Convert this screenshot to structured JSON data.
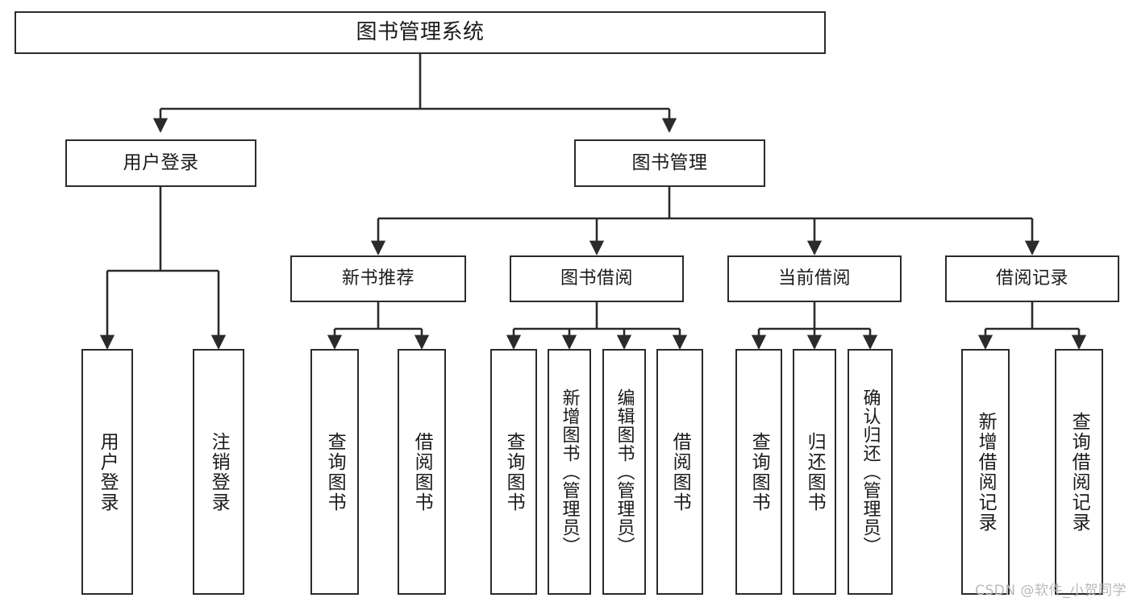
{
  "diagram": {
    "title": "图书管理系统",
    "watermark": "CSDN @软件_小贺同学",
    "line_color": "#2b2b2b",
    "box_fill": "#ffffff",
    "text_color": "#1a1a1a",
    "watermark_color": "#b9b9b9",
    "type": "tree",
    "orientation": "top-down"
  },
  "nodes": {
    "root": {
      "label": "图书管理系统",
      "level": 0,
      "text_direction": "horizontal"
    },
    "l1": [
      {
        "id": "user-login",
        "label": "用户登录",
        "level": 1,
        "text_direction": "horizontal"
      },
      {
        "id": "book-manage",
        "label": "图书管理",
        "level": 1,
        "text_direction": "horizontal"
      }
    ],
    "l2": [
      {
        "id": "new-book-recommend",
        "label": "新书推荐",
        "level": 2,
        "text_direction": "horizontal"
      },
      {
        "id": "book-borrow",
        "label": "图书借阅",
        "level": 2,
        "text_direction": "horizontal"
      },
      {
        "id": "current-borrow",
        "label": "当前借阅",
        "level": 2,
        "text_direction": "horizontal"
      },
      {
        "id": "borrow-record",
        "label": "借阅记录",
        "level": 2,
        "text_direction": "horizontal"
      }
    ],
    "leaves": [
      {
        "id": "leaf-user-login",
        "label": "用户登录",
        "parent": "user-login",
        "text_direction": "vertical"
      },
      {
        "id": "leaf-user-logout",
        "label": "注销登录",
        "parent": "user-login",
        "text_direction": "vertical"
      },
      {
        "id": "leaf-query-book-1",
        "label": "查询图书",
        "parent": "new-book-recommend",
        "text_direction": "vertical"
      },
      {
        "id": "leaf-borrow-book-1",
        "label": "借阅图书",
        "parent": "new-book-recommend",
        "text_direction": "vertical"
      },
      {
        "id": "leaf-query-book-2",
        "label": "查询图书",
        "parent": "book-borrow",
        "text_direction": "vertical"
      },
      {
        "id": "leaf-add-book",
        "label": "新增图书（管理员）",
        "parent": "book-borrow",
        "text_direction": "vertical"
      },
      {
        "id": "leaf-edit-book",
        "label": "编辑图书（管理员）",
        "parent": "book-borrow",
        "text_direction": "vertical"
      },
      {
        "id": "leaf-borrow-book-2",
        "label": "借阅图书",
        "parent": "book-borrow",
        "text_direction": "vertical"
      },
      {
        "id": "leaf-query-book-3",
        "label": "查询图书",
        "parent": "current-borrow",
        "text_direction": "vertical"
      },
      {
        "id": "leaf-return-book",
        "label": "归还图书",
        "parent": "current-borrow",
        "text_direction": "vertical"
      },
      {
        "id": "leaf-confirm-return",
        "label": "确认归还（管理员）",
        "parent": "current-borrow",
        "text_direction": "vertical"
      },
      {
        "id": "leaf-add-record",
        "label": "新增借阅记录",
        "parent": "borrow-record",
        "text_direction": "vertical"
      },
      {
        "id": "leaf-query-record",
        "label": "查询借阅记录",
        "parent": "borrow-record",
        "text_direction": "vertical"
      }
    ]
  }
}
